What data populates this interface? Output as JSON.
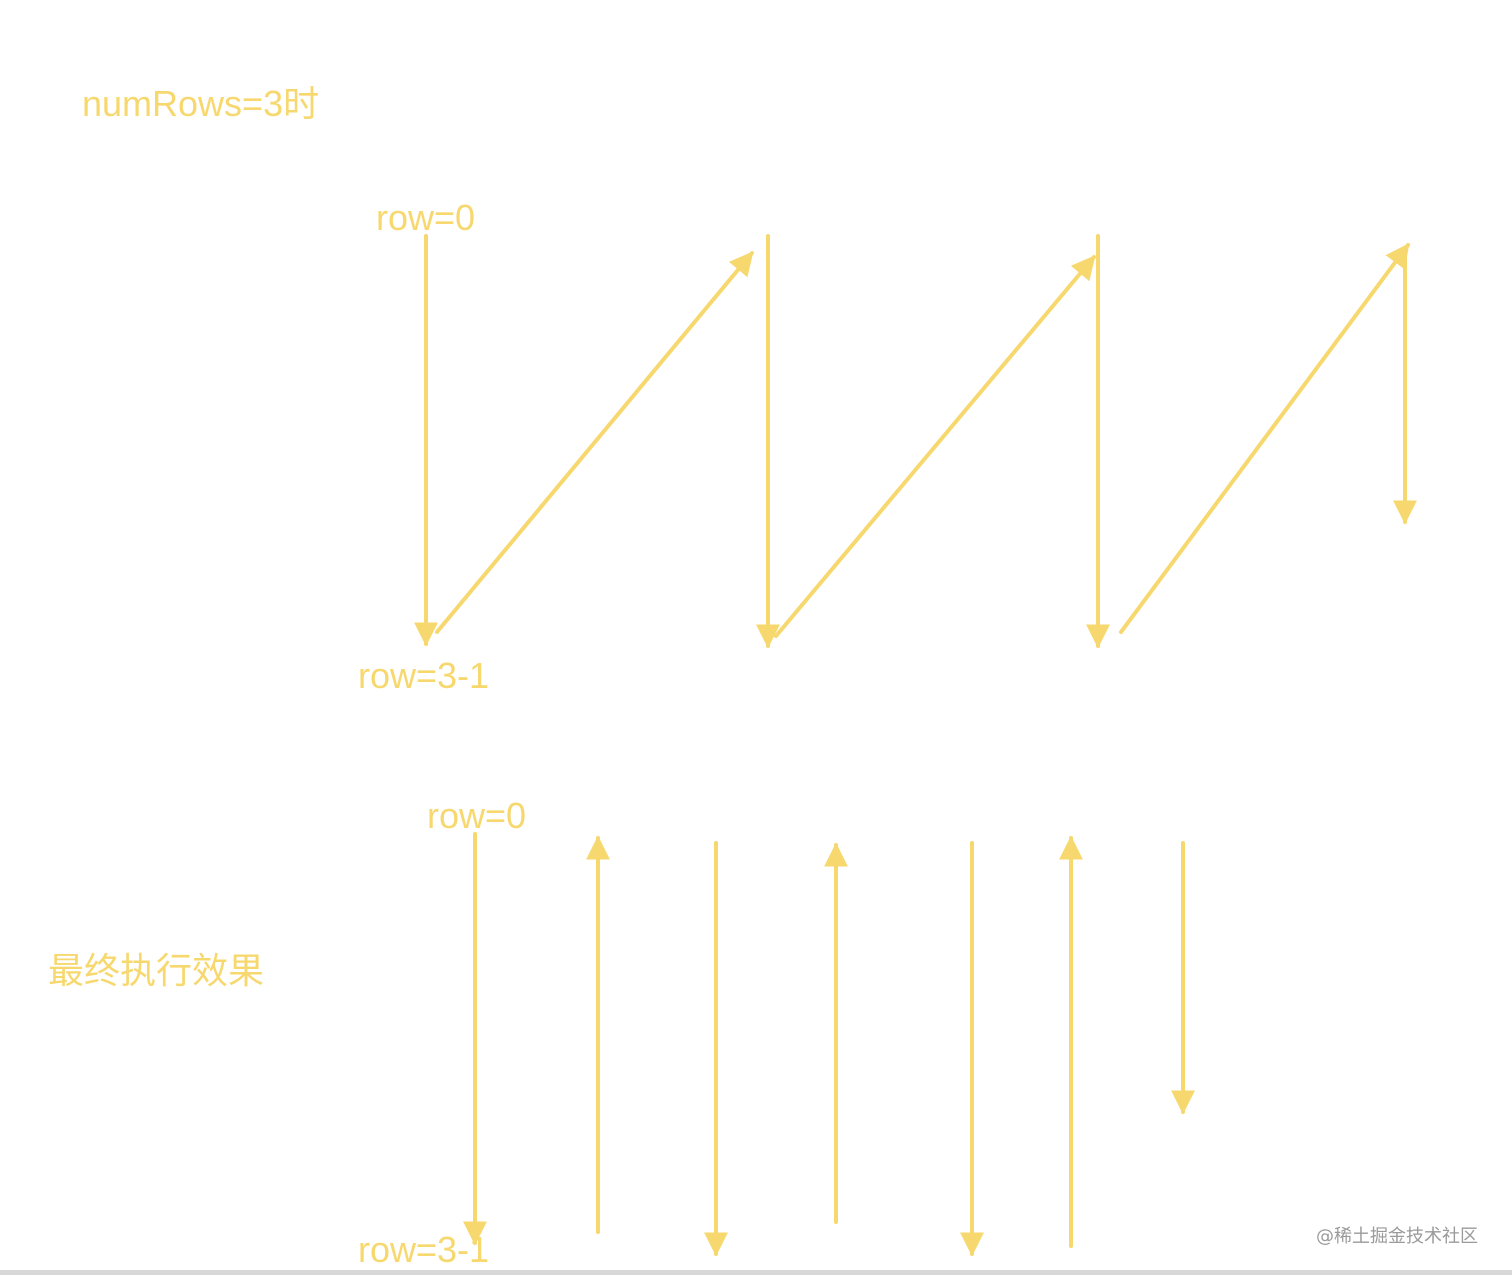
{
  "texts": {
    "title": "numRows=3时",
    "top_row_start": "row=0",
    "top_row_end": "row=3-1",
    "section": "最终执行效果",
    "bottom_row_start": "row=0",
    "bottom_row_end": "row=3-1",
    "watermark": "@稀土掘金技术社区"
  },
  "colors": {
    "arrow": "#F7D86E",
    "label": "#F7D86E",
    "watermark": "#9a9a9a"
  }
}
